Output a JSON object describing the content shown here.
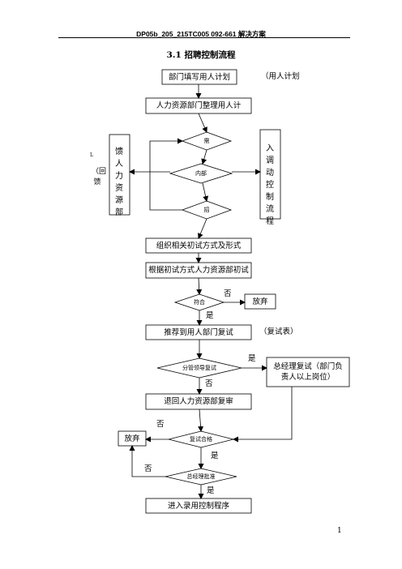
{
  "header": {
    "text": "DP05b_205_215TC005 092-661 解决方案"
  },
  "title": "3.1 招聘控制流程",
  "nodes": {
    "fill_plan": "部门填写用人计划",
    "hr_compile": "人力资源部门整理用人计",
    "external": "需",
    "internal": "内部",
    "recruit": "招",
    "feedback_box": "馈人力资源部",
    "transfer_box": "入调动控制流程",
    "organize": "组织相关初试方式及形式",
    "initial_test": "根据初试方式人力资源部初试",
    "qualified": "符合",
    "abandon1": "放弃",
    "recommend": "推荐到用人部门复试",
    "leader_retest": "分管领导复试",
    "gm_retest": "总经理复试（部门负责人以上岗位）",
    "return_hr": "退回人力资源部复审",
    "retest_pass": "复试合格",
    "abandon2": "放弃",
    "gm_approve": "总经理批准",
    "enter_hiring": "进入录用控制程序"
  },
  "labels": {
    "plan_note": "（用人计划",
    "retest_note": "（复试表）",
    "side_note": "（回馈",
    "side_mark": "L",
    "no1": "否",
    "yes1": "是",
    "yes2": "是",
    "no2": "否",
    "no3": "否",
    "yes3": "是",
    "no4": "否",
    "yes4": "是"
  },
  "page_number": "1"
}
